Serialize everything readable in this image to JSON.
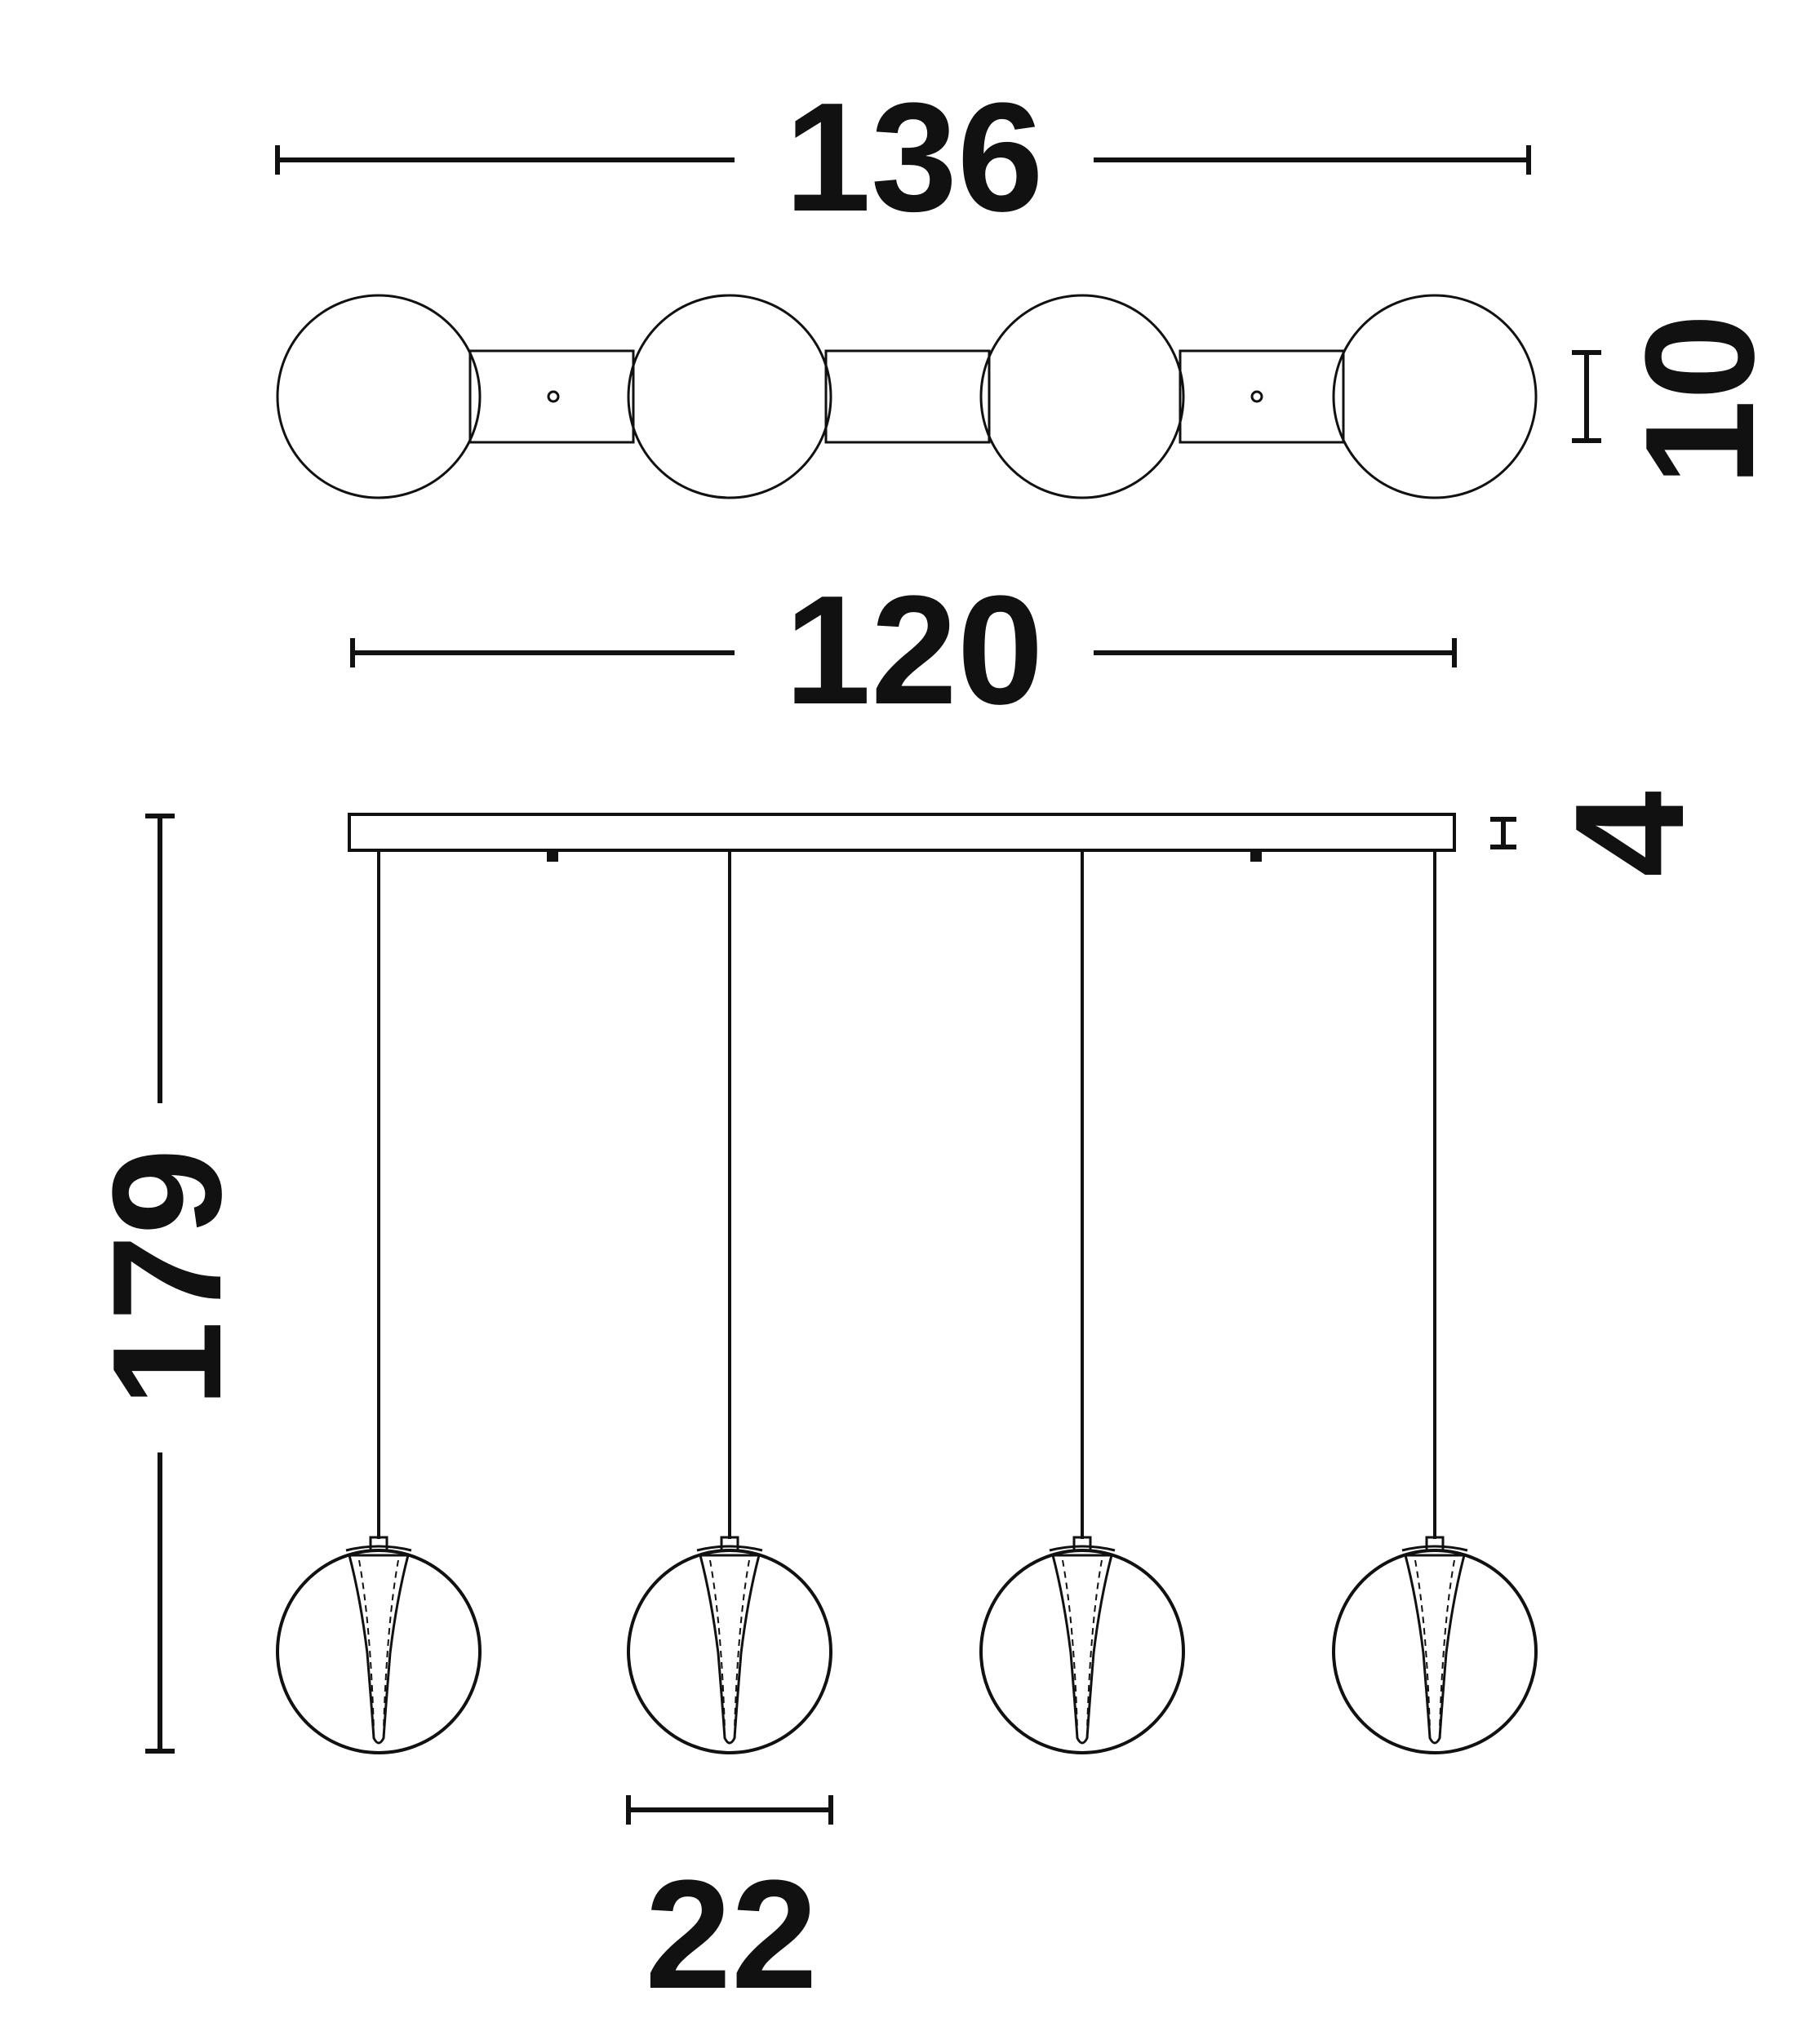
{
  "dimensions": {
    "overall_length": "136",
    "top_depth": "10",
    "canopy_length": "120",
    "canopy_height": "4",
    "total_height": "179",
    "globe_diameter": "22"
  },
  "colors": {
    "line": "#111111",
    "background": "#ffffff"
  }
}
